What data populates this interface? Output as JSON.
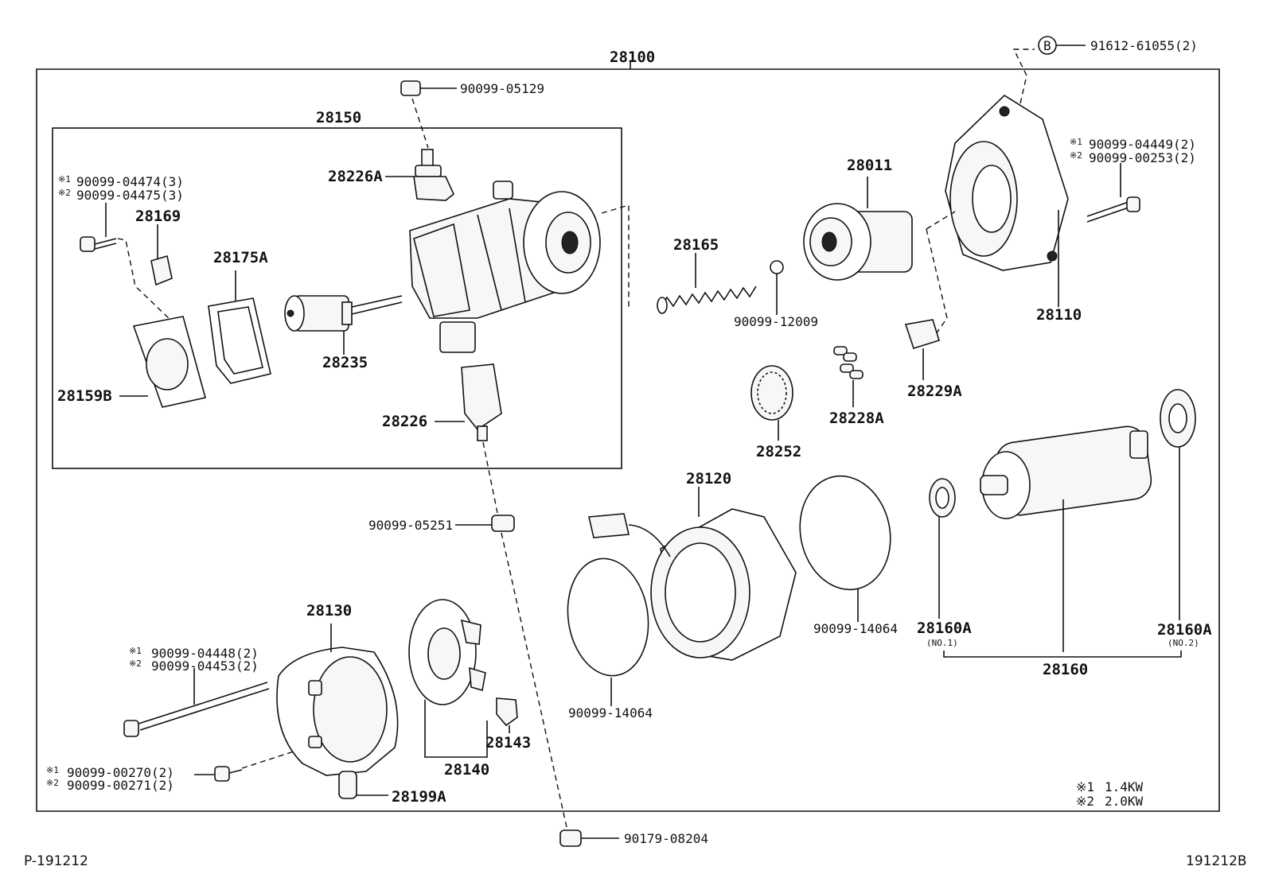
{
  "labels": {
    "assembly_main": "28100",
    "assembly_sub": "28150",
    "bolt_b": "91612-61055(2)",
    "b_marker": "B",
    "nut_top": "90099-05129",
    "terminal_a": "28226A",
    "screws_1": "90099-04474(3)",
    "screws_2": "90099-04475(3)",
    "clamp": "28169",
    "gasket": "28175A",
    "cover": "28159B",
    "plunger": "28235",
    "terminal": "28226",
    "nut_mid": "90099-05251",
    "nut_bottom": "90179-08204",
    "clutch": "28011",
    "spring": "28165",
    "ball": "90099-12009",
    "housing_bolt_1": "90099-04449(2)",
    "housing_bolt_2": "90099-00253(2)",
    "housing": "28110",
    "retainer": "28229A",
    "rollers": "28228A",
    "gear": "28252",
    "yoke": "28120",
    "oring_right": "90099-14064",
    "oring_left": "90099-14064",
    "bearing_no1": "28160A",
    "bearing_no1_sub": "(NO.1)",
    "bearing_no2": "28160A",
    "bearing_no2_sub": "(NO.2)",
    "armature": "28160",
    "end_frame": "28130",
    "thru_bolt_1": "90099-04448(2)",
    "thru_bolt_2": "90099-04453(2)",
    "frame_screw_1": "90099-00270(2)",
    "frame_screw_2": "90099-00271(2)",
    "brush_holder": "28140",
    "brush": "28143",
    "grommet": "28199A",
    "mark1": "※1",
    "mark2": "※2",
    "legend_1": "1.4KW",
    "legend_2": "2.0KW",
    "footer_left": "P-191212",
    "footer_right": "191212B"
  }
}
